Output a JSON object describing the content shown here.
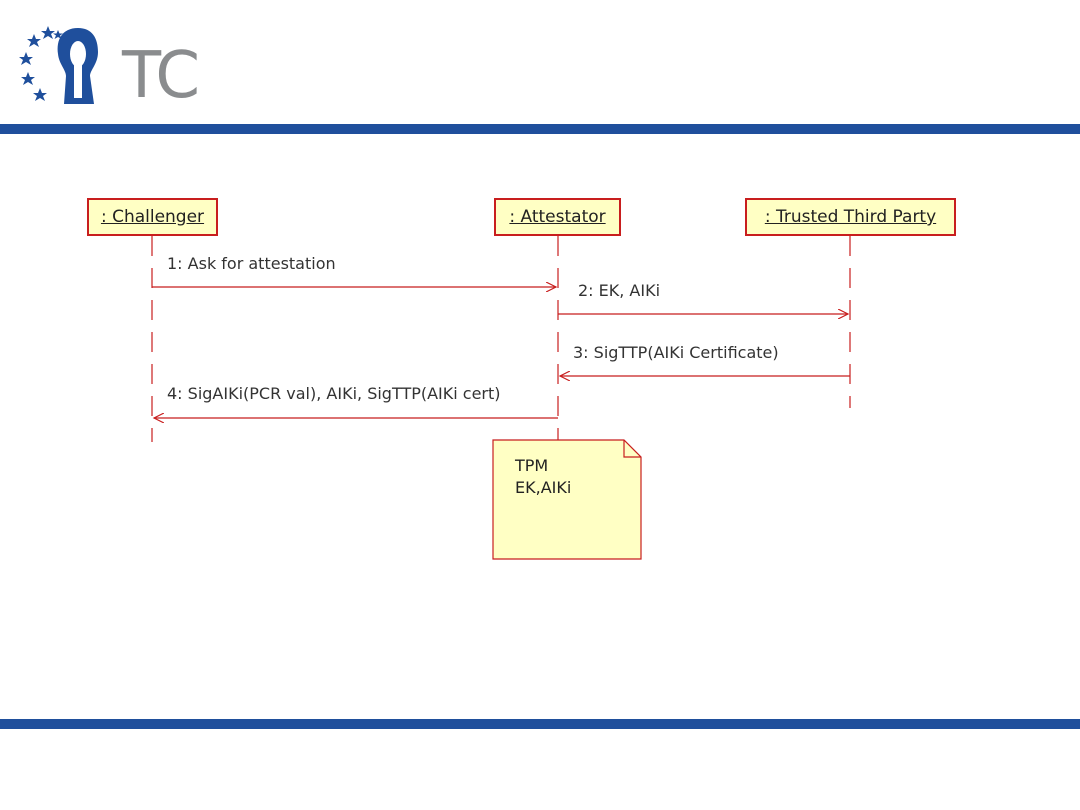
{
  "header": {
    "logo_text": "TC"
  },
  "colors": {
    "band": "#1f4f9c",
    "lifeline_fill": "#ffffc4",
    "lifeline_stroke": "#c81e1e",
    "logo_blue": "#1f4f9c",
    "logo_gray": "#8a8c8e"
  },
  "lifelines": [
    {
      "id": "challenger",
      "label": ": Challenger"
    },
    {
      "id": "attestator",
      "label": ": Attestator"
    },
    {
      "id": "ttp",
      "label": ": Trusted Third Party"
    }
  ],
  "messages": [
    {
      "label": "1: Ask for attestation",
      "from": "challenger",
      "to": "attestator"
    },
    {
      "label": "2: EK, AIKi",
      "from": "attestator",
      "to": "ttp"
    },
    {
      "label": "3: SigTTP(AIKi Certificate)",
      "from": "ttp",
      "to": "attestator"
    },
    {
      "label": "4: SigAIKi(PCR val), AIKi, SigTTP(AIKi cert)",
      "from": "attestator",
      "to": "challenger"
    }
  ],
  "note": {
    "lines": [
      "TPM",
      "EK,AIKi"
    ]
  }
}
